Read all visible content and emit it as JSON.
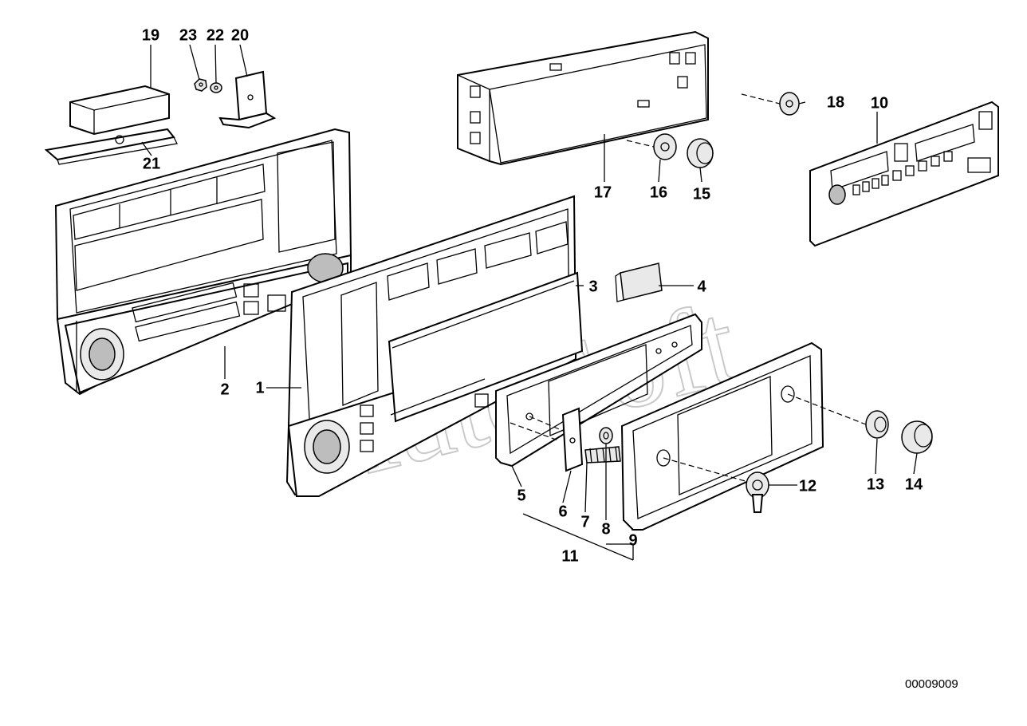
{
  "diagram": {
    "reference_code": "00009009",
    "watermark": "AutoSoft",
    "callouts": [
      {
        "id": "19",
        "text": "19"
      },
      {
        "id": "23",
        "text": "23"
      },
      {
        "id": "22",
        "text": "22"
      },
      {
        "id": "20",
        "text": "20"
      },
      {
        "id": "21",
        "text": "21"
      },
      {
        "id": "2",
        "text": "2"
      },
      {
        "id": "1",
        "text": "1"
      },
      {
        "id": "3",
        "text": "3"
      },
      {
        "id": "4",
        "text": "4"
      },
      {
        "id": "5",
        "text": "5"
      },
      {
        "id": "6",
        "text": "6"
      },
      {
        "id": "7",
        "text": "7"
      },
      {
        "id": "8",
        "text": "8"
      },
      {
        "id": "9",
        "text": "9"
      },
      {
        "id": "10",
        "text": "10"
      },
      {
        "id": "11",
        "text": "11"
      },
      {
        "id": "12",
        "text": "12"
      },
      {
        "id": "13",
        "text": "13"
      },
      {
        "id": "14",
        "text": "14"
      },
      {
        "id": "15",
        "text": "15"
      },
      {
        "id": "16",
        "text": "16"
      },
      {
        "id": "17",
        "text": "17"
      },
      {
        "id": "18",
        "text": "18"
      }
    ]
  }
}
